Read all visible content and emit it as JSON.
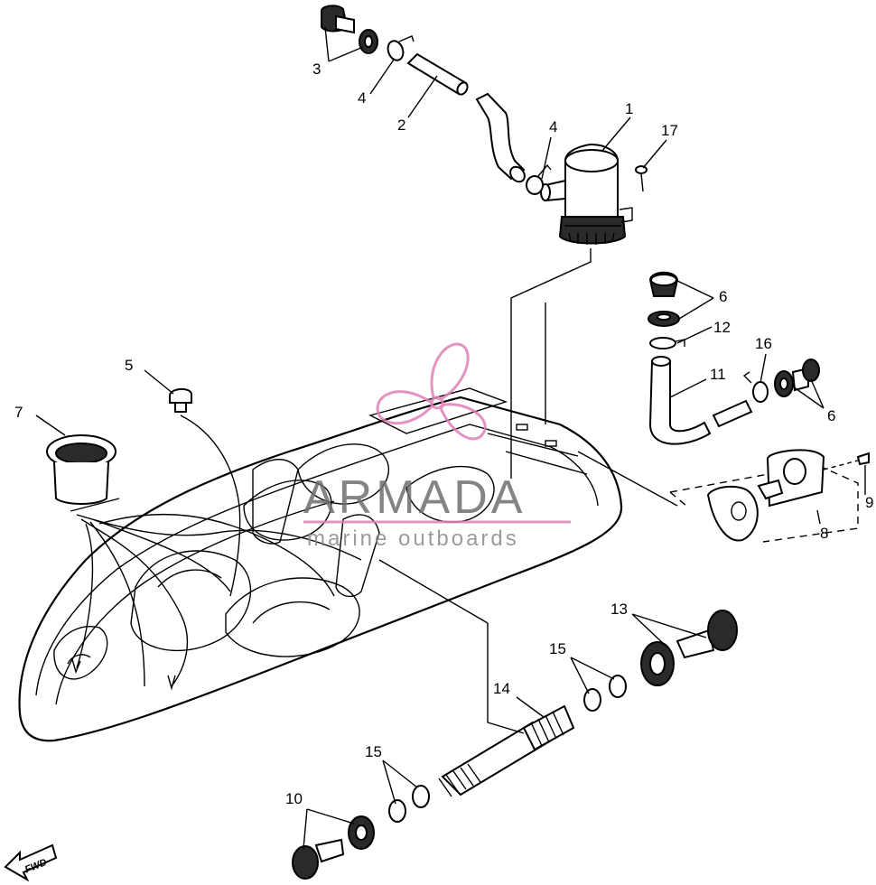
{
  "callouts": [
    {
      "id": "c1",
      "text": "1"
    },
    {
      "id": "c2",
      "text": "2"
    },
    {
      "id": "c3",
      "text": "3"
    },
    {
      "id": "c4a",
      "text": "4"
    },
    {
      "id": "c4b",
      "text": "4"
    },
    {
      "id": "c5",
      "text": "5"
    },
    {
      "id": "c6a",
      "text": "6"
    },
    {
      "id": "c6b",
      "text": "6"
    },
    {
      "id": "c7",
      "text": "7"
    },
    {
      "id": "c8",
      "text": "8"
    },
    {
      "id": "c9",
      "text": "9"
    },
    {
      "id": "c10",
      "text": "10"
    },
    {
      "id": "c11",
      "text": "11"
    },
    {
      "id": "c12",
      "text": "12"
    },
    {
      "id": "c13",
      "text": "13"
    },
    {
      "id": "c14",
      "text": "14"
    },
    {
      "id": "c15a",
      "text": "15"
    },
    {
      "id": "c15b",
      "text": "15"
    },
    {
      "id": "c16",
      "text": "16"
    },
    {
      "id": "c17",
      "text": "17"
    }
  ],
  "watermark": {
    "brand": "ARMADA",
    "tagline": "marine outboards",
    "accent_color": "#e07fb4"
  },
  "fwd_label": "FWD",
  "colors": {
    "line": "#000000",
    "background": "#ffffff"
  }
}
